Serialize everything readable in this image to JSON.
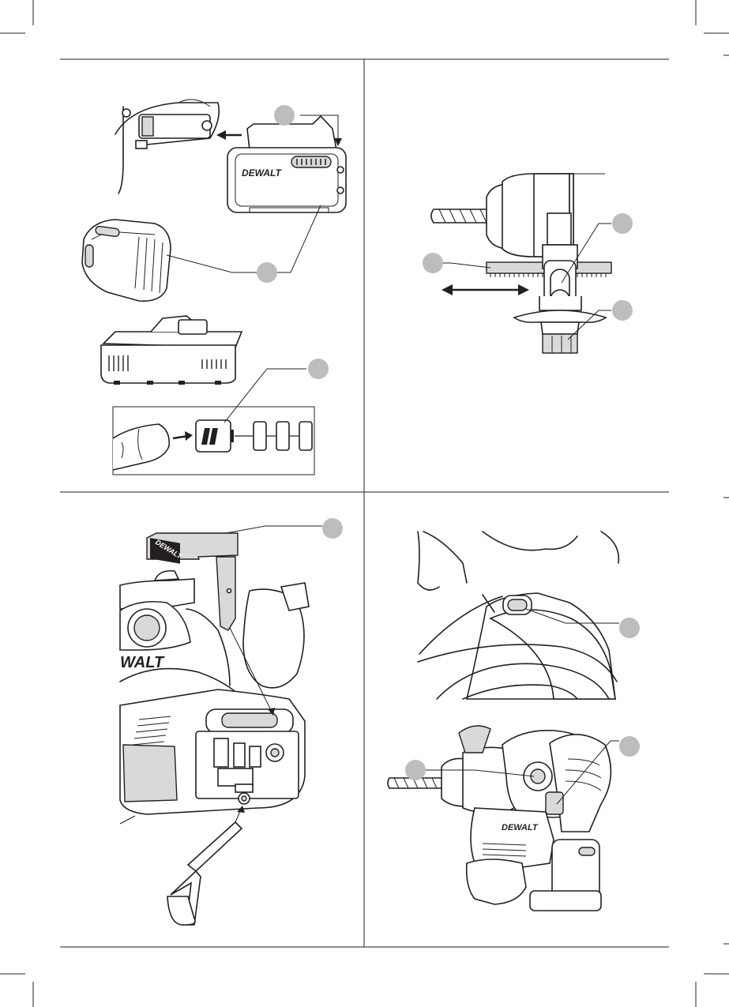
{
  "brand": {
    "logo_text": "DEWALT",
    "battery_logo": "DEWALT",
    "depth_rod_logo": "DEWALT",
    "tool_logo": "WALT"
  },
  "colors": {
    "line": "#231f20",
    "callout_fill": "#bdbdbd",
    "background": "#ffffff"
  },
  "figures": [
    {
      "id": "battery-install",
      "icons": [
        "battery-pack-icon",
        "tool-foot-icon",
        "charger-icon",
        "fuel-gauge-icon",
        "finger-icon"
      ]
    },
    {
      "id": "side-handle-depth-rod",
      "icons": [
        "chuck-icon",
        "drill-bit-icon",
        "depth-rod-icon",
        "side-handle-icon"
      ]
    },
    {
      "id": "hex-key-storage",
      "icons": [
        "hex-key-icon",
        "tool-rear-icon",
        "brand-tag-icon"
      ]
    },
    {
      "id": "trigger-and-light",
      "icons": [
        "worklight-icon",
        "rotary-hammer-icon",
        "trigger-icon"
      ]
    }
  ]
}
